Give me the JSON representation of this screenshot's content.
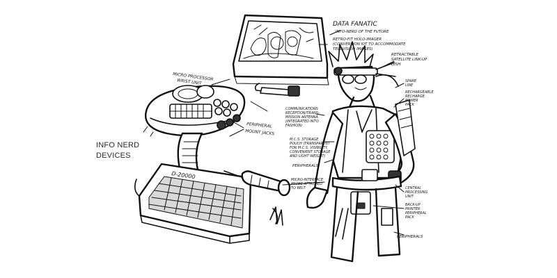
{
  "sheet_title_line1": "INFO NERD",
  "sheet_title_line2": "DEVICES",
  "labels": {
    "data_fanatic": "DATA FANATIC",
    "info_nerd_future": "INFO-NERD OF THE FUTURE",
    "retro_fit_1": "RETRO-FIT HOLO-IMAGER",
    "retro_fit_2": "(CONVERSION KIT TO ACCOMMODATE",
    "retro_fit_3": "TELEVISION IMAGES)",
    "retractable_1": "RETRACTABLE",
    "retractable_2": "SATELLITE LINK-UP",
    "retractable_3": "DISH",
    "micro_processor_1": "MICRO PROCESSOR",
    "micro_processor_2": "WRIST UNIT",
    "peripheral_mount_1": "PERIPHERAL",
    "peripheral_mount_2": "MOUNT JACKS",
    "comms_1": "COMMUNICATIONS",
    "comms_2": "RECEPTION/TRANS-",
    "comms_3": "MISSION ANTENNA",
    "comms_4": "(INTEGRATED INTO",
    "comms_5": "FASHION)",
    "mcs_1": "M.C.S. STORAGE",
    "mcs_2": "POUCH (TRANSPARENT",
    "mcs_3": "FOR M.C.S. VISIBILITY,",
    "mcs_4": "CONVENIENT STORAGE",
    "mcs_5": "AND LIGHT WEIGHT)",
    "peripherals_1": "PERIPHERALS",
    "micro_interface_1": "MICRO-INTERFACE",
    "micro_interface_2": "PROBE ATTACHED",
    "micro_interface_3": "TO BELT",
    "spare_1": "SPARE",
    "spare_2": "LINE",
    "rechargeable_1": "RECHARGEABLE",
    "rechargeable_2": "RECHARGE",
    "rechargeable_3": "POWER",
    "rechargeable_4": "PACK",
    "central_1": "CENTRAL",
    "central_2": "PROCESSING",
    "central_3": "UNIT",
    "backup_1": "BACK-UP",
    "backup_2": "PRINTER",
    "backup_3": "PERIPHERAL",
    "backup_4": "PACK",
    "peripherals_2": "PERIPHERALS",
    "keyboard_brand": "D-20000"
  }
}
